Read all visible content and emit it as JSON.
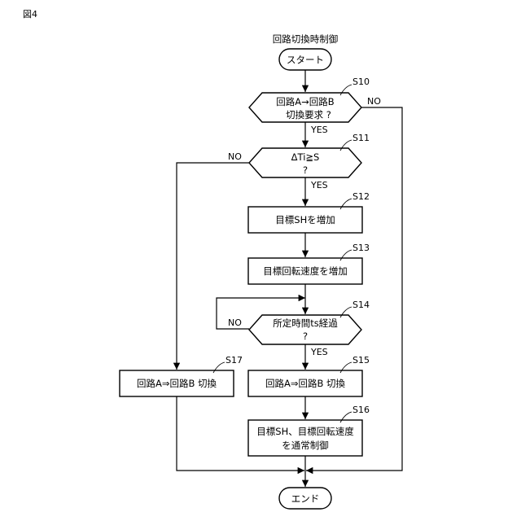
{
  "figure_label": "図4",
  "title": "回路切換時制御",
  "start": "スタート",
  "end": "エンド",
  "s10": {
    "step": "S10",
    "line1": "回路A→回路B",
    "line2": "切換要求 ?"
  },
  "s11": {
    "step": "S11",
    "line1": "ΔTi≧S",
    "line2": "?"
  },
  "s12": {
    "step": "S12",
    "text": "目標SHを増加"
  },
  "s13": {
    "step": "S13",
    "text": "目標回転速度を増加"
  },
  "s14": {
    "step": "S14",
    "line1": "所定時間ts経過",
    "line2": "?"
  },
  "s15": {
    "step": "S15",
    "text": "回路A⇒回路B 切換"
  },
  "s16": {
    "step": "S16",
    "line1": "目標SH、目標回転速度",
    "line2": "を通常制御"
  },
  "s17": {
    "step": "S17",
    "text": "回路A⇒回路B 切換"
  },
  "yes": "YES",
  "no": "NO"
}
